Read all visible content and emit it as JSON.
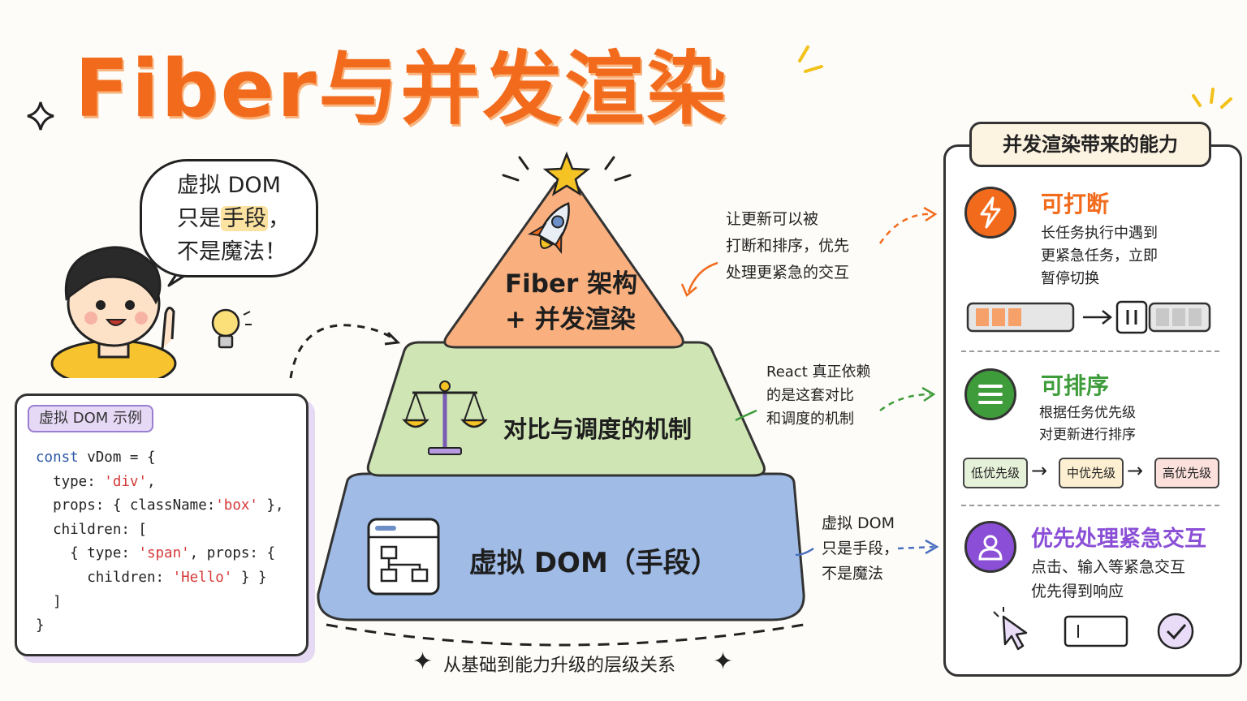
{
  "title": "Fiber与并发渲染",
  "bubble": {
    "line1": "虚拟 DOM",
    "line2_pre": "只是",
    "line2_hl": "手段",
    "line2_post": "，",
    "line3": "不是魔法！"
  },
  "code_example": {
    "tag": "虚拟 DOM 示例",
    "lines": [
      {
        "indent": "",
        "parts": [
          {
            "t": "const",
            "c": "kw"
          },
          {
            "t": " vDom = {",
            "c": ""
          }
        ]
      },
      {
        "indent": "  ",
        "parts": [
          {
            "t": "type: ",
            "c": ""
          },
          {
            "t": "'div'",
            "c": "str"
          },
          {
            "t": ",",
            "c": ""
          }
        ]
      },
      {
        "indent": "  ",
        "parts": [
          {
            "t": "props: { className:",
            "c": ""
          },
          {
            "t": "'box'",
            "c": "str"
          },
          {
            "t": " },",
            "c": ""
          }
        ]
      },
      {
        "indent": "  ",
        "parts": [
          {
            "t": "children: [",
            "c": ""
          }
        ]
      },
      {
        "indent": "    ",
        "parts": [
          {
            "t": "{ type: ",
            "c": ""
          },
          {
            "t": "'span'",
            "c": "str"
          },
          {
            "t": ", props: {",
            "c": ""
          }
        ]
      },
      {
        "indent": "      ",
        "parts": [
          {
            "t": "children: ",
            "c": ""
          },
          {
            "t": "'Hello'",
            "c": "str"
          },
          {
            "t": " } }",
            "c": ""
          }
        ]
      },
      {
        "indent": "  ",
        "parts": [
          {
            "t": "]",
            "c": ""
          }
        ]
      },
      {
        "indent": "",
        "parts": [
          {
            "t": "}",
            "c": ""
          }
        ]
      }
    ]
  },
  "pyramid": {
    "top": {
      "line1": "Fiber 架构",
      "line2": "+ 并发渲染",
      "color": "#f9b07e"
    },
    "middle": {
      "label": "对比与调度的机制",
      "color": "#cfe5b4"
    },
    "bottom": {
      "label": "虚拟 DOM（手段）",
      "color": "#9fbbe6"
    },
    "caption": "从基础到能力升级的层级关系"
  },
  "notes": {
    "top": [
      "让更新可以被",
      "打断和排序，优先",
      "处理更紧急的交互"
    ],
    "middle": [
      "React 真正依赖",
      "的是这套对比",
      "和调度的机制"
    ],
    "bottom": [
      "虚拟 DOM",
      "只是手段，",
      "不是魔法"
    ]
  },
  "capabilities": {
    "title": "并发渲染带来的能力",
    "items": [
      {
        "title": "可打断",
        "desc": [
          "长任务执行中遇到",
          "更紧急任务，立即",
          "暂停切换"
        ],
        "color": "#f26b1d",
        "icon": "lightning-icon"
      },
      {
        "title": "可排序",
        "desc": [
          "根据任务优先级",
          "对更新进行排序"
        ],
        "color": "#3f9c3b",
        "icon": "list-icon",
        "chips": [
          "低优先级",
          "中优先级",
          "高优先级"
        ]
      },
      {
        "title": "优先处理紧急交互",
        "desc": [
          "点击、输入等紧急交互",
          "优先得到响应"
        ],
        "color": "#8a4fd6",
        "icon": "user-icon"
      }
    ]
  },
  "colors": {
    "accent": "#f26b1d",
    "green": "#3f9c3b",
    "purple": "#8a4fd6",
    "blue": "#4a6fc0"
  }
}
